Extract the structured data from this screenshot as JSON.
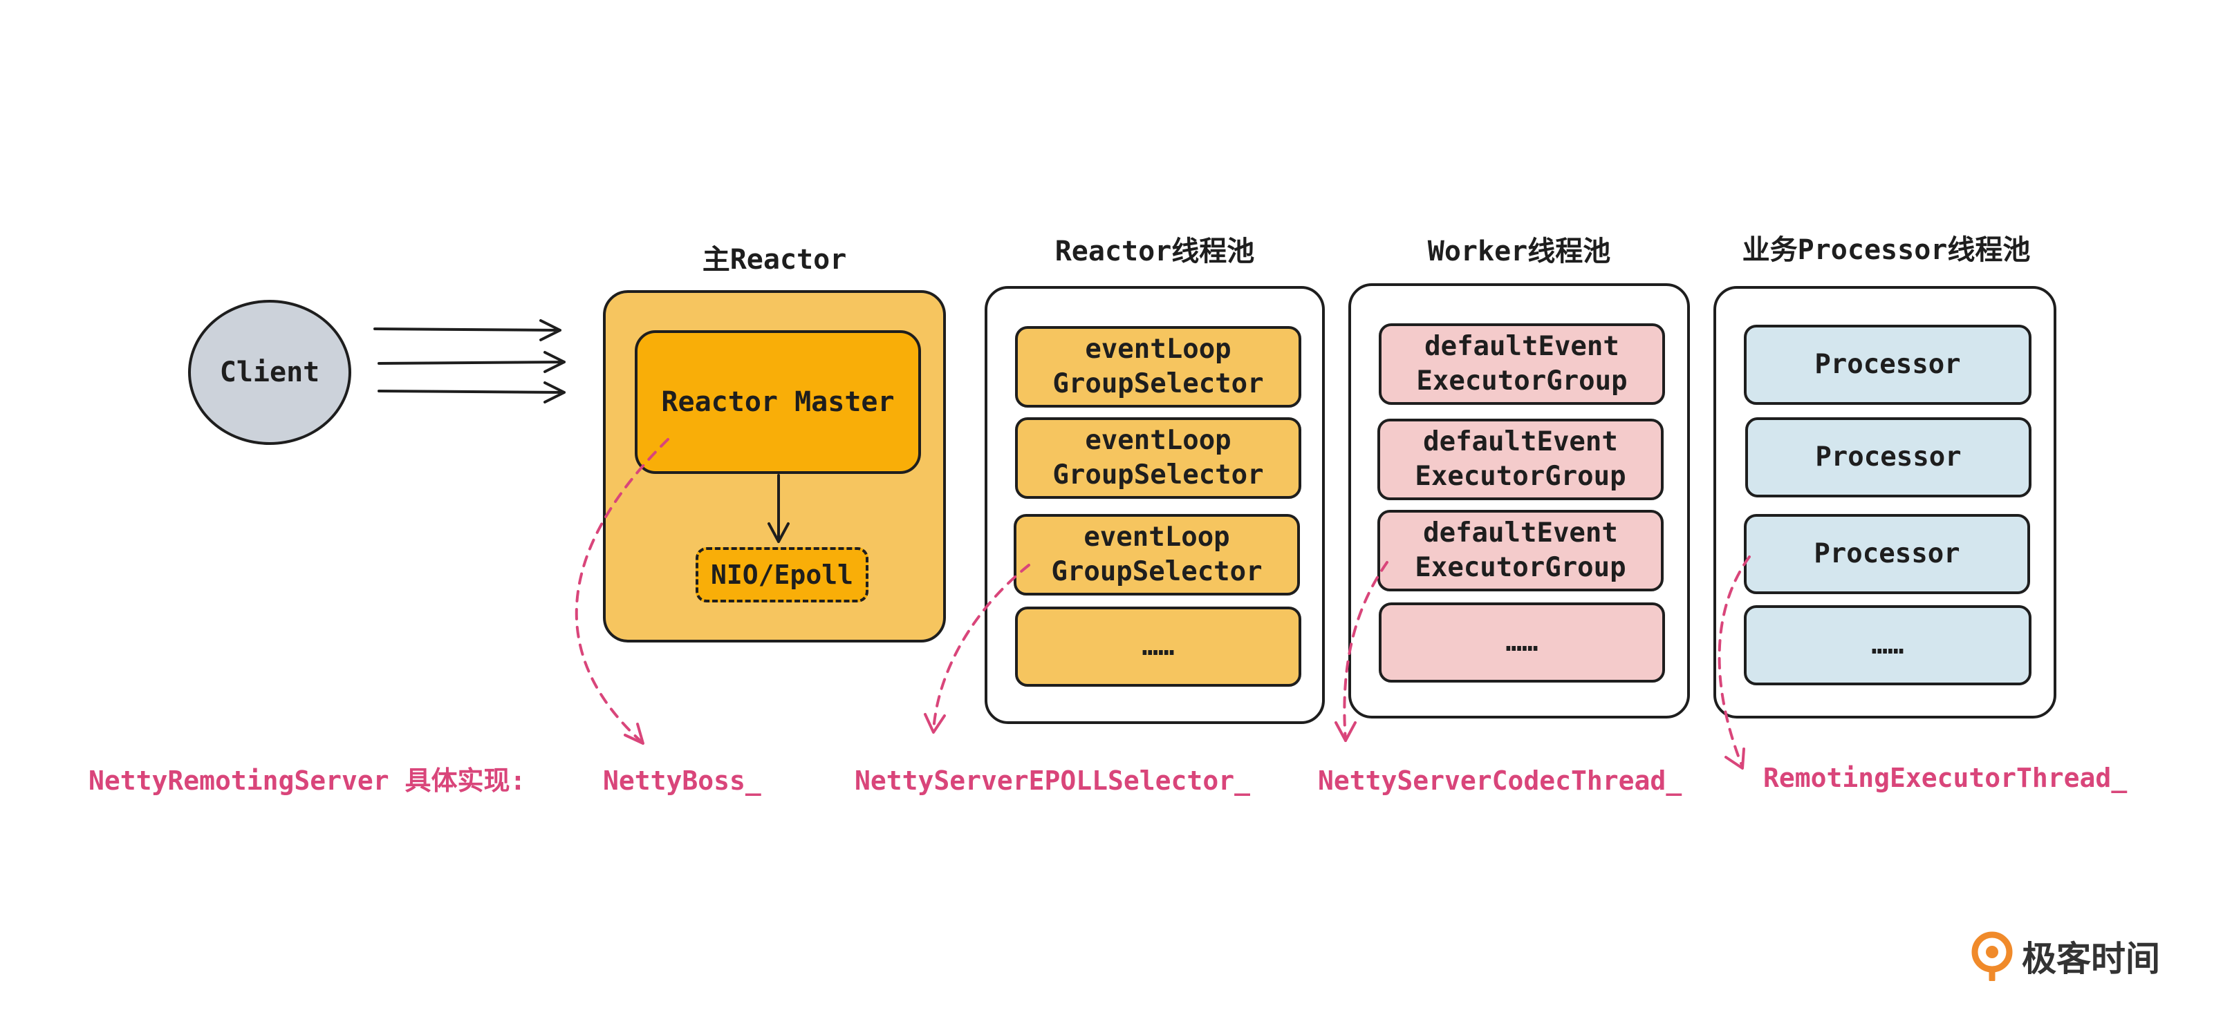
{
  "client": {
    "label": "Client"
  },
  "main_reactor": {
    "title": "主Reactor",
    "master_label": "Reactor Master",
    "io_label": "NIO/Epoll"
  },
  "reactor_pool": {
    "title": "Reactor线程池",
    "items": [
      [
        "eventLoop",
        "GroupSelector"
      ],
      [
        "eventLoop",
        "GroupSelector"
      ],
      [
        "eventLoop",
        "GroupSelector"
      ],
      [
        "……"
      ]
    ]
  },
  "worker_pool": {
    "title": "Worker线程池",
    "items": [
      [
        "defaultEvent",
        "ExecutorGroup"
      ],
      [
        "defaultEvent",
        "ExecutorGroup"
      ],
      [
        "defaultEvent",
        "ExecutorGroup"
      ],
      [
        "……"
      ]
    ]
  },
  "processor_pool": {
    "title": "业务Processor线程池",
    "items": [
      [
        "Processor"
      ],
      [
        "Processor"
      ],
      [
        "Processor"
      ],
      [
        "……"
      ]
    ]
  },
  "implementation": {
    "prefix": "NettyRemotingServer 具体实现:",
    "boss": "NettyBoss_",
    "selector": "NettyServerEPOLLSelector_",
    "codec": "NettyServerCodecThread_",
    "executor": "RemotingExecutorThread_"
  },
  "logo": {
    "text": "极客时间",
    "icon": "geektime-logo-icon"
  },
  "colors": {
    "stroke": "#1e1e1e",
    "orange_fill": "#f6c55f",
    "master_fill": "#f9ae08",
    "pink_fill": "#f4cbcb",
    "blue_fill": "#d4e6ee",
    "client_fill": "#ccd2da",
    "annotation": "#d9457a",
    "logo_orange": "#f08a2a"
  }
}
